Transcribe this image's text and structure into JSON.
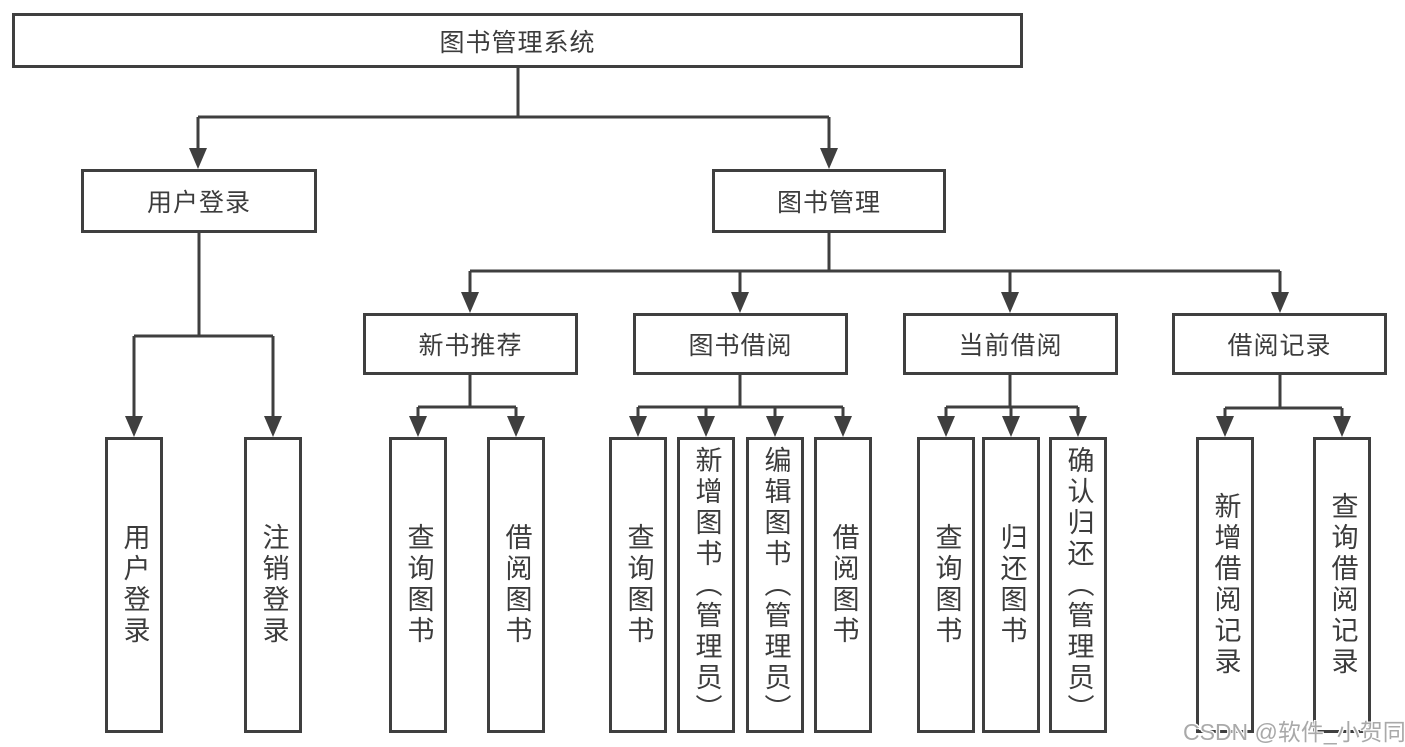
{
  "colors": {
    "line": "#3f3f3f",
    "text": "#3c3c3c",
    "background": "#ffffff",
    "watermark": "#a9a9a9"
  },
  "diagram": {
    "type": "hierarchy-tree",
    "root": {
      "label": "图书管理系统"
    },
    "level1": [
      {
        "label": "用户登录"
      },
      {
        "label": "图书管理"
      }
    ],
    "level2": [
      {
        "label": "新书推荐"
      },
      {
        "label": "图书借阅"
      },
      {
        "label": "当前借阅"
      },
      {
        "label": "借阅记录"
      }
    ],
    "leaves": {
      "user_login": [
        {
          "label": "用户登录"
        },
        {
          "label": "注销登录"
        }
      ],
      "new_books": [
        {
          "label": "查询图书"
        },
        {
          "label": "借阅图书"
        }
      ],
      "book_borrow": [
        {
          "label": "查询图书"
        },
        {
          "label": "新增图书（管理员）"
        },
        {
          "label": "编辑图书（管理员）"
        },
        {
          "label": "借阅图书"
        }
      ],
      "current_borrow": [
        {
          "label": "查询图书"
        },
        {
          "label": "归还图书"
        },
        {
          "label": "确认归还（管理员）"
        }
      ],
      "borrow_records": [
        {
          "label": "新增借阅记录"
        },
        {
          "label": "查询借阅记录"
        }
      ]
    }
  },
  "watermark": {
    "text": "CSDN @软件_小贺同学"
  }
}
